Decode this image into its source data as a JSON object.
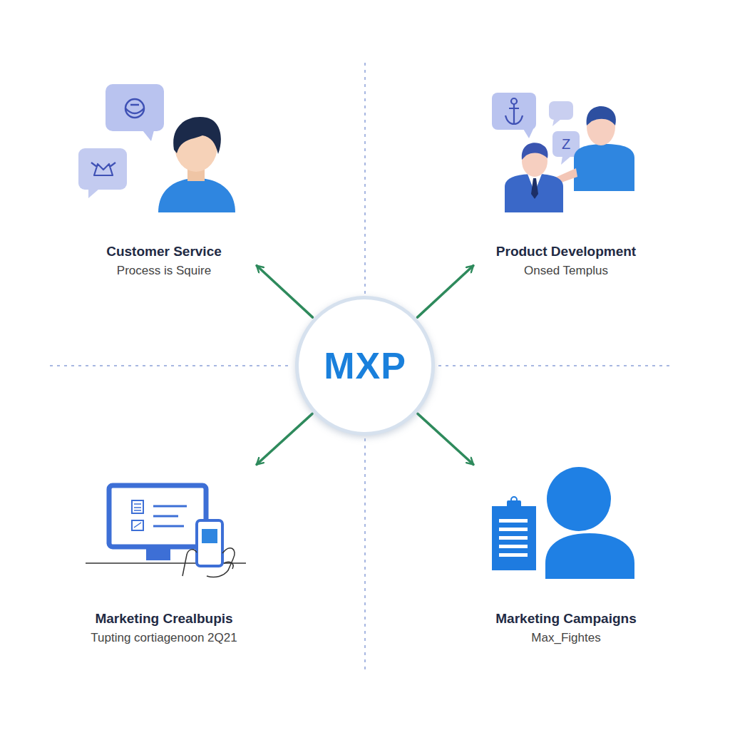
{
  "diagram": {
    "nodes": [
      {
        "text": [
          "Customer Service",
          "Process is Squire"
        ]
      },
      {
        "text": [
          "Product Development",
          "Onsed Templus"
        ]
      },
      {
        "text": [
          "MXP"
        ]
      },
      {
        "text": [
          "Marketing Crealbupis",
          "Tupting cortiagenoon 2Q21"
        ]
      },
      {
        "text": [
          "Marketing Campaigns",
          "Max_Fightes"
        ]
      }
    ],
    "edges": [
      {
        "from": 2,
        "to": 0,
        "arrow": "to"
      },
      {
        "from": 2,
        "to": 1,
        "arrow": "to"
      },
      {
        "from": 2,
        "to": 3,
        "arrow": "to"
      },
      {
        "from": 2,
        "to": 4,
        "arrow": "to"
      }
    ],
    "labels": [
      "Z"
    ]
  }
}
